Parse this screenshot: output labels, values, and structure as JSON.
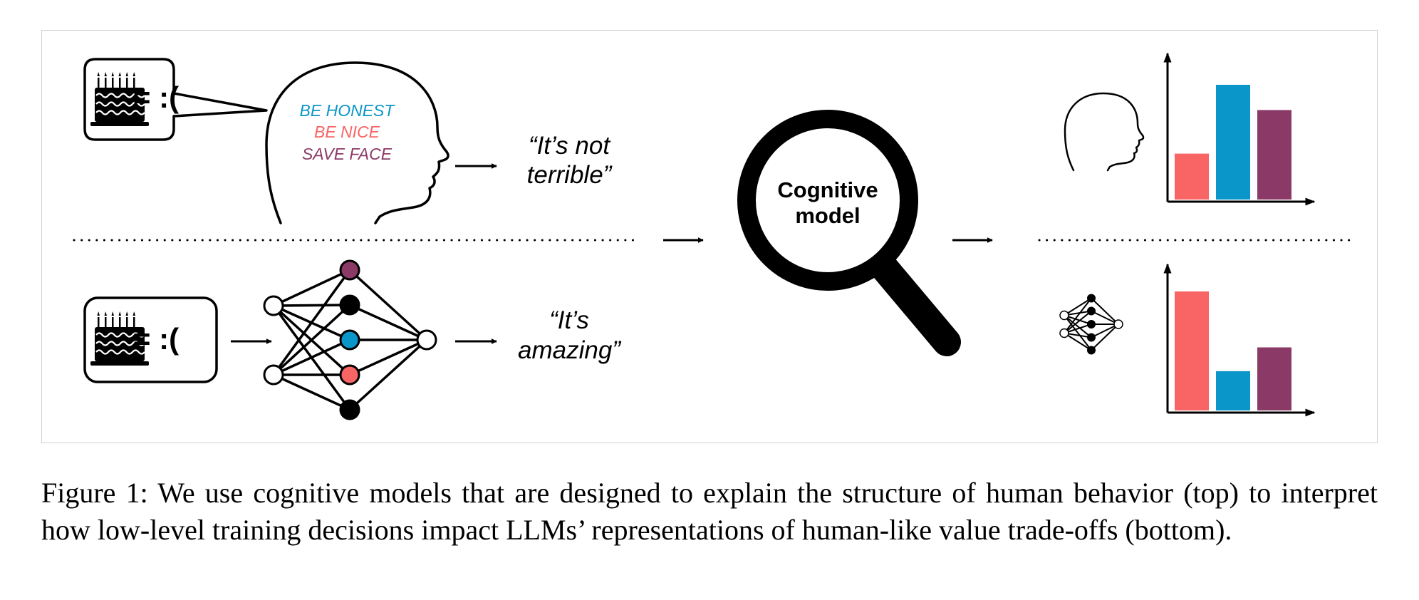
{
  "colors": {
    "ink": "#000000",
    "blue": "#0a96c8",
    "salmon": "#f96464",
    "plum": "#8b3a68",
    "panel_border": "#d0d0d0"
  },
  "human_row": {
    "speech_bubble": {
      "equation": "= :("
    },
    "values": [
      "BE HONEST",
      "BE NICE",
      "SAVE FACE"
    ],
    "utterance_line1": "“It’s not",
    "utterance_line2": "terrible”"
  },
  "llm_row": {
    "input_box": {
      "equation": "= :("
    },
    "utterance_line1": "“It’s",
    "utterance_line2": "amazing”"
  },
  "magnifier": {
    "line1": "Cognitive",
    "line2": "model"
  },
  "icons": {
    "cake": "birthday-cake-icon",
    "human_head": "human-head-profile-icon",
    "network": "neural-network-icon",
    "magnifier": "magnifying-glass-icon"
  },
  "chart_data": [
    {
      "type": "bar",
      "series_colors": [
        "#f96464",
        "#0a96c8",
        "#8b3a68"
      ],
      "values": [
        0.4,
        1.0,
        0.78
      ],
      "ylim": [
        0,
        1.0
      ]
    },
    {
      "type": "bar",
      "series_colors": [
        "#f96464",
        "#0a96c8",
        "#8b3a68"
      ],
      "values": [
        1.0,
        0.33,
        0.53
      ],
      "ylim": [
        0,
        1.0
      ]
    }
  ],
  "caption": "Figure 1: We use cognitive models that are designed to explain the structure of human behavior (top) to interpret how low-level training decisions impact LLMs’ representations of human-like value trade-offs (bottom)."
}
